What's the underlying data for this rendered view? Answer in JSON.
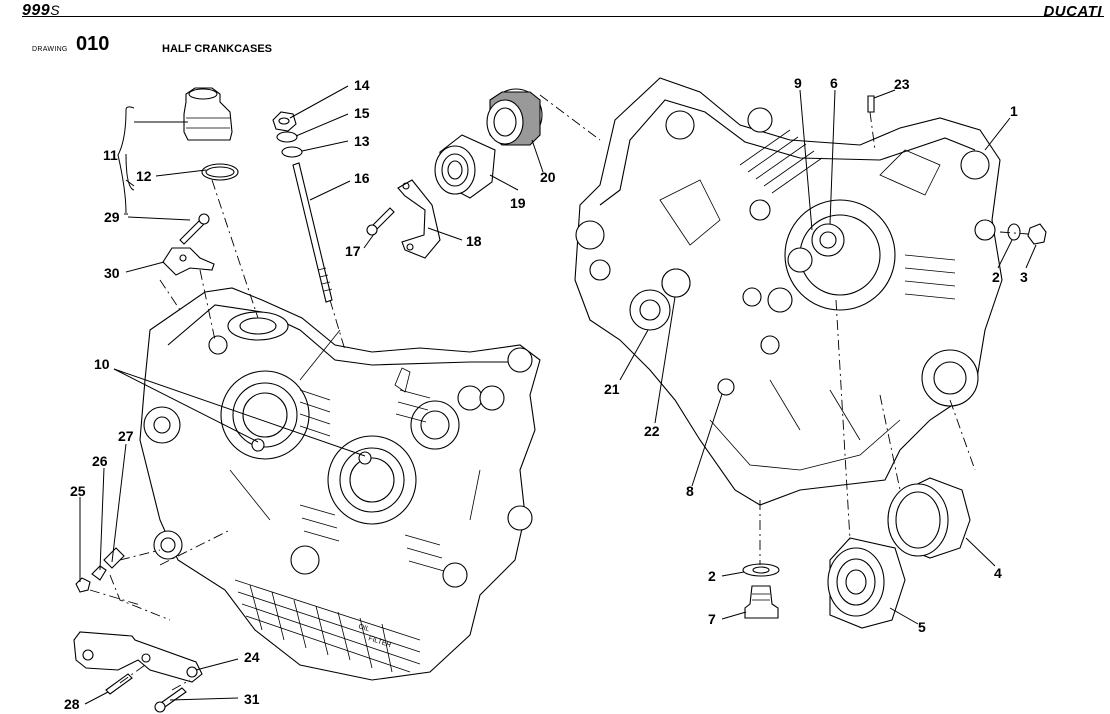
{
  "header": {
    "model": "999",
    "model_suffix": "S",
    "brand": "DUCATI"
  },
  "drawing": {
    "tag": "DRAWING",
    "number": "010",
    "title": "HALF CRANKCASES"
  },
  "callouts": {
    "c1": "1",
    "c2a": "2",
    "c2b": "2",
    "c3": "3",
    "c4": "4",
    "c5": "5",
    "c6": "6",
    "c7": "7",
    "c8": "8",
    "c9": "9",
    "c10": "10",
    "c11": "11",
    "c12": "12",
    "c13": "13",
    "c14": "14",
    "c15": "15",
    "c16": "16",
    "c17": "17",
    "c18": "18",
    "c19": "19",
    "c20": "20",
    "c21": "21",
    "c22": "22",
    "c23": "23",
    "c24": "24",
    "c25": "25",
    "c26": "26",
    "c27": "27",
    "c28": "28",
    "c29": "29",
    "c30": "30",
    "c31": "31"
  },
  "casting_text": {
    "oil": "OIL",
    "filter": "FILTER"
  }
}
